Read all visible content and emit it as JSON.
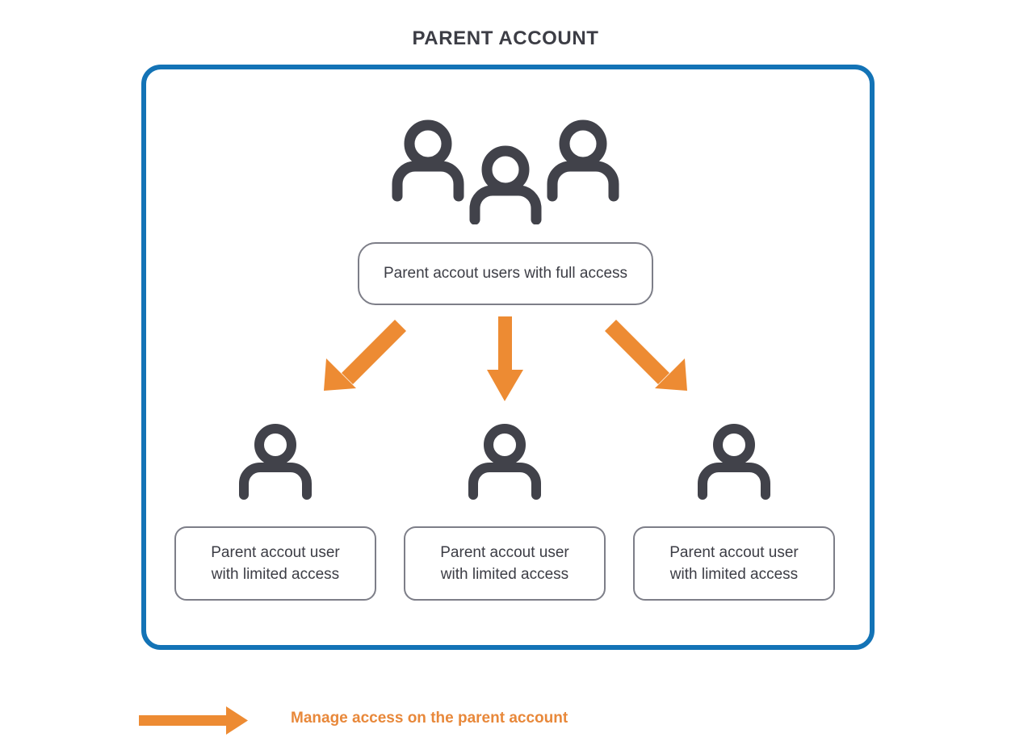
{
  "page": {
    "title": "PARENT ACCOUNT",
    "background": "#ffffff"
  },
  "colors": {
    "container_border": "#1373b6",
    "arrow_orange": "#ed8b33",
    "box_border": "#7d7e88",
    "text_dark": "#3c3d45",
    "icon_dark": "#41424a",
    "legend_text": "#e8883a"
  },
  "container": {
    "name": "parent-account-container",
    "top_group": {
      "icon": "users-group-icon",
      "label": "Parent accout users with full access"
    },
    "children": [
      {
        "icon": "person-icon",
        "label_line1": "Parent accout user",
        "label_line2": "with limited access"
      },
      {
        "icon": "person-icon",
        "label_line1": "Parent accout user",
        "label_line2": "with limited access"
      },
      {
        "icon": "person-icon",
        "label_line1": "Parent accout user",
        "label_line2": "with limited access"
      }
    ],
    "connectors": [
      {
        "name": "arrow-down-left",
        "direction": "down-left"
      },
      {
        "name": "arrow-down",
        "direction": "down"
      },
      {
        "name": "arrow-down-right",
        "direction": "down-right"
      }
    ]
  },
  "legend": {
    "icon": "arrow-right-icon",
    "text": "Manage access on the parent account"
  }
}
